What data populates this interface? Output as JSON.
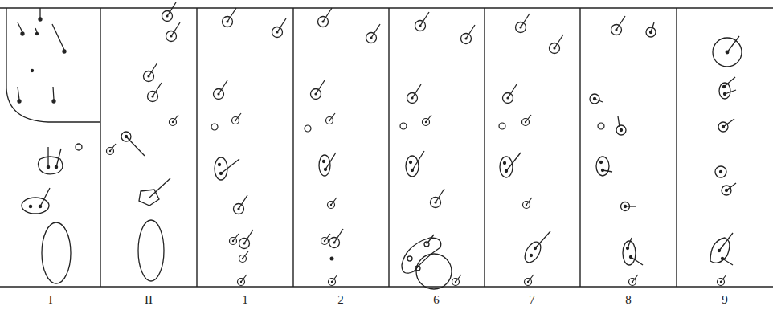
{
  "diagram": {
    "labels": [
      "I",
      "II",
      "1",
      "2",
      "6",
      "7",
      "8",
      "9"
    ]
  }
}
